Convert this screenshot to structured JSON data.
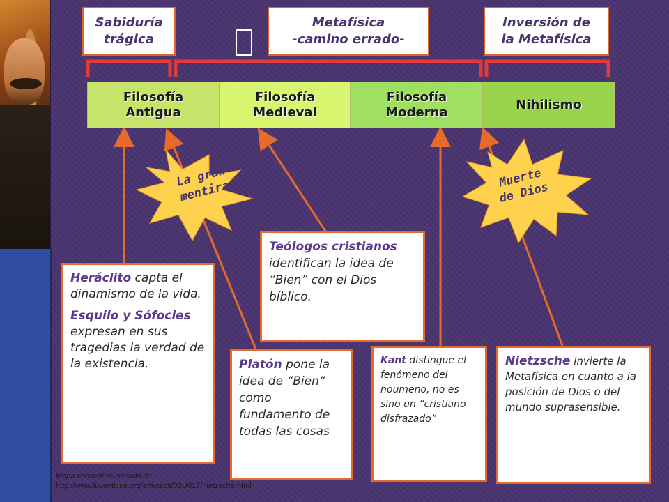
{
  "top_boxes": [
    {
      "line1": "Sabiduría",
      "line2": "trágica"
    },
    {
      "line1": "Metafísica",
      "line2": "-camino errado-"
    },
    {
      "line1": "Inversión de",
      "line2": "la Metafísica"
    }
  ],
  "periods": [
    {
      "line1": "Filosofía",
      "line2": "Antigua",
      "color": "#c6e36a"
    },
    {
      "line1": "Filosofía",
      "line2": "Medieval",
      "color": "#d9f570"
    },
    {
      "line1": "Filosofía",
      "line2": "Moderna",
      "color": "#9fe060"
    },
    {
      "line1": "Nihilismo",
      "line2": "",
      "color": "#99d44c"
    }
  ],
  "stars": {
    "gran_mentira": {
      "line1": "La gran",
      "line2": "mentira",
      "color": "#ffd24d"
    },
    "muerte_dios": {
      "line1": "Muerte",
      "line2": "de Dios",
      "color": "#ffd24d"
    }
  },
  "cards": {
    "heraclito": {
      "name": "Heráclito",
      "text1": " capta el dinamismo de la vida.",
      "name2": "Esquilo y Sófocles",
      "text2": " expresan en sus tragedias la verdad de la existencia."
    },
    "teologos": {
      "name": "Teólogos cristianos",
      "text": " identifican la idea de “Bien” con el Dios bíblico."
    },
    "platon": {
      "name": "Platón",
      "text": " pone la idea de “Bien” como fundamento de todas las cosas"
    },
    "kant": {
      "name": "Kant",
      "text": " distingue el fenómeno del noumeno, no es sino un “cristiano disfrazado”"
    },
    "nietzsche": {
      "name": "Nietzsche",
      "text": " invierte la Metafísica en cuanto a la posición de Dios o del mundo suprasensible."
    }
  },
  "source": {
    "line1": "Mapa conceptual sacado de:",
    "line2": "http://www.luventicus.org/articulos/03U017/nietzsche.html"
  },
  "colors": {
    "accent": "#e66a2c",
    "bracket": "#e03a3a",
    "text_heading": "#5a3a8a"
  }
}
